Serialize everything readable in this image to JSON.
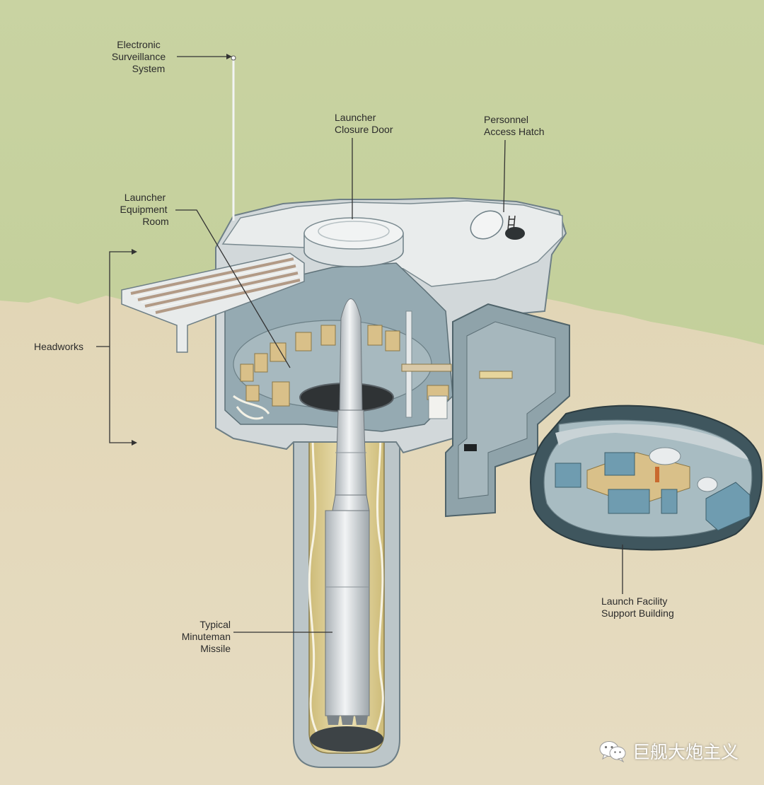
{
  "labels": {
    "electronic_surveillance_system": [
      "Electronic",
      "Surveillance",
      "System"
    ],
    "launcher_closure_door": [
      "Launcher",
      "Closure Door"
    ],
    "personnel_access_hatch": [
      "Personnel",
      "Access Hatch"
    ],
    "launcher_equipment_room": [
      "Launcher",
      "Equipment",
      "Room"
    ],
    "headworks": [
      "Headworks"
    ],
    "launch_facility_support_building": [
      "Launch Facility",
      "Support Building"
    ],
    "typical_minuteman_missile": [
      "Typical",
      "Minuteman",
      "Missile"
    ]
  },
  "watermark": {
    "text": "巨舰大炮主义",
    "icon": "wechat-icon"
  },
  "colors": {
    "sky": "#c5cf9c",
    "ground": "#e3d7b8",
    "concrete": "#cfd6d8",
    "concrete_dark": "#8fa3aa",
    "interior": "#8fa6ae",
    "silo_lining": "#d9c98a",
    "equipment": "#d9c089",
    "missile": "#dfe3e6"
  }
}
